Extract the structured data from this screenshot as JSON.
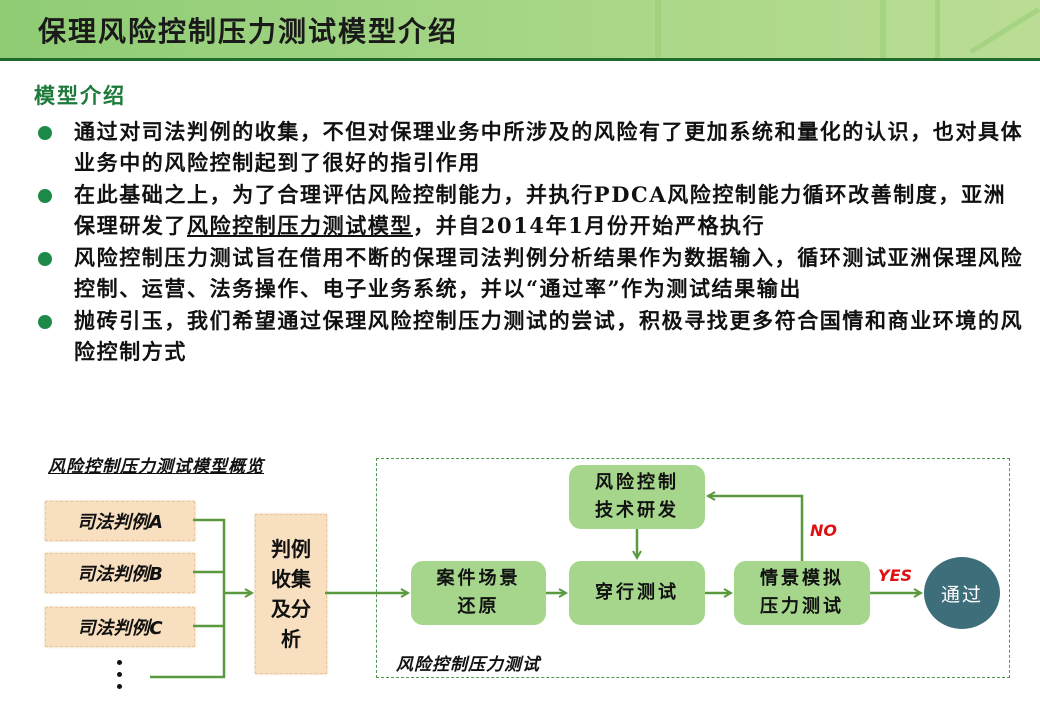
{
  "header": {
    "title": "保理风险控制压力测试模型介绍"
  },
  "section": {
    "subtitle": "模型介绍"
  },
  "bullets": [
    {
      "text": "通过对司法判例的收集，不但对保理业务中所涉及的风险有了更加系统和量化的认识，也对具体业务中的风险控制起到了很好的指引作用"
    },
    {
      "text_before": "在此基础之上，为了合理评估风险控制能力，并执行PDCA风险控制能力循环改善制度，亚洲保理研发了",
      "text_underlined": "风险控制压力测试模型",
      "text_after": "，并自2014年1月份开始严格执行"
    },
    {
      "text": "风险控制压力测试旨在借用不断的保理司法判例分析结果作为数据输入，循环测试亚洲保理风险控制、运营、法务操作、电子业务系统，并以“通过率”作为测试结果输出"
    },
    {
      "text": "抛砖引玉，我们希望通过保理风险控制压力测试的尝试，积极寻找更多符合国情和商业环境的风险控制方式"
    }
  ],
  "diagram": {
    "overview_title": "风险控制压力测试模型概览",
    "cases": [
      "司法判例A",
      "司法判例B",
      "司法判例C"
    ],
    "ellipsis": "⋮",
    "collect_box": [
      "判例",
      "收集",
      "及分",
      "析"
    ],
    "stress_test_label": "风险控制压力测试",
    "nodes": {
      "scene_restore": [
        "案件场景",
        "还原"
      ],
      "walkthrough": [
        "穿行测试"
      ],
      "research": [
        "风险控制",
        "技术研发"
      ],
      "simulation": [
        "情景模拟",
        "压力测试"
      ]
    },
    "labels": {
      "no": "NO",
      "yes": "YES"
    },
    "pass": "通过",
    "colors": {
      "header_green": "#a3d585",
      "header_line": "#1f6b2e",
      "subtitle_green": "#1e7a3a",
      "bullet_green": "#1e8a4a",
      "node_green": "#a6d68c",
      "connector": "#5a9a3e",
      "paper": "#f8dfc0",
      "pass_circle": "#3e6e7a",
      "red_label": "#e01010"
    }
  }
}
